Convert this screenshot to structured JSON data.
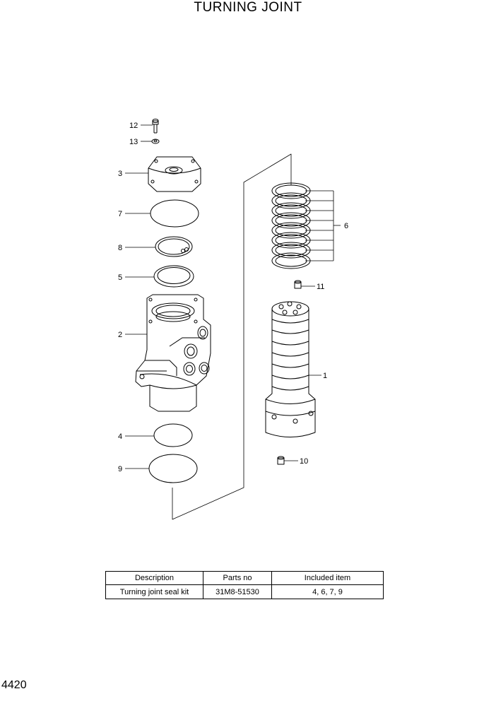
{
  "title": "TURNING JOINT",
  "page_number": "4420",
  "callouts": {
    "p1": "1",
    "p2": "2",
    "p3": "3",
    "p4": "4",
    "p5": "5",
    "p6": "6",
    "p7": "7",
    "p8": "8",
    "p9": "9",
    "p10": "10",
    "p11": "11",
    "p12": "12",
    "p13": "13"
  },
  "kit_table": {
    "headers": [
      "Description",
      "Parts no",
      "Included item"
    ],
    "rows": [
      [
        "Turning joint seal kit",
        "31M8-51530",
        "4, 6, 7, 9"
      ]
    ]
  }
}
